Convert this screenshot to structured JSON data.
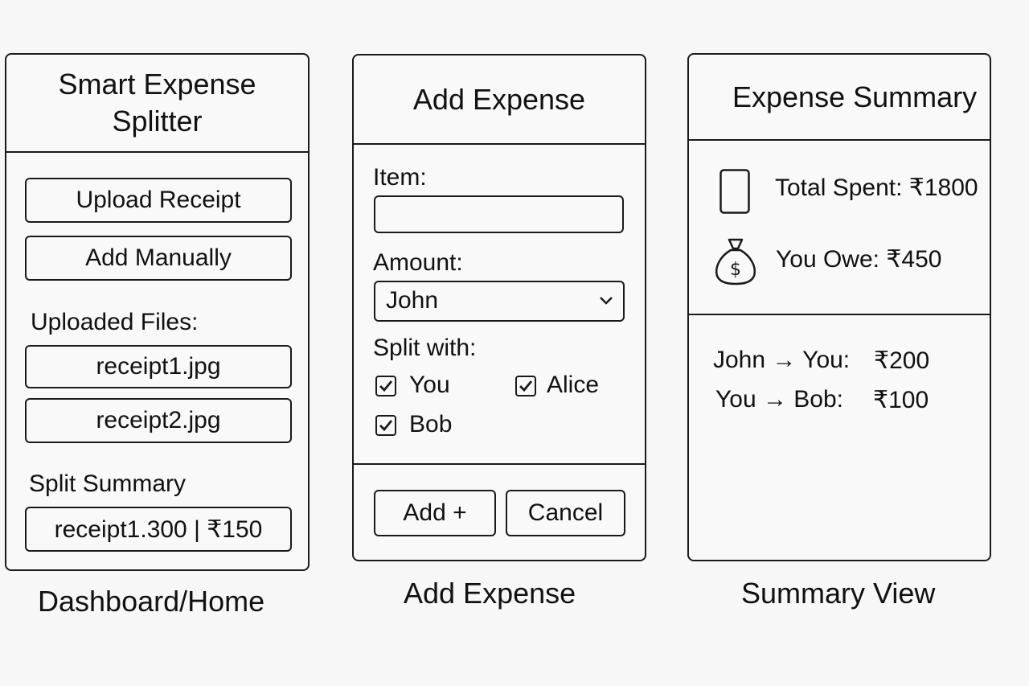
{
  "dashboard": {
    "title_line1": "Smart Expense",
    "title_line2": "Splitter",
    "upload_label": "Upload Receipt",
    "add_manual_label": "Add Manually",
    "uploaded_files_heading": "Uploaded Files:",
    "files": [
      "receipt1.jpg",
      "receipt2.jpg"
    ],
    "split_summary_heading": "Split Summary",
    "split_summary_entry": "receipt1.300 | ₹150",
    "caption": "Dashboard/Home"
  },
  "add_expense": {
    "title": "Add Expense",
    "item_label": "Item:",
    "item_value": "",
    "amount_label": "Amount:",
    "amount_selected": "John",
    "split_with_label": "Split with:",
    "participants": [
      {
        "name": "You",
        "checked": true
      },
      {
        "name": "Alice",
        "checked": true
      },
      {
        "name": "Bob",
        "checked": true
      }
    ],
    "add_label": "Add +",
    "cancel_label": "Cancel",
    "caption": "Add Expense"
  },
  "summary": {
    "title": "Expense Summary",
    "total_spent": "Total Spent: ₹1800",
    "you_owe": "You Owe: ₹450",
    "settlements": [
      {
        "pair": "John → You:",
        "amount": "₹200"
      },
      {
        "pair": "You → Bob:",
        "amount": "₹100"
      }
    ],
    "caption": "Summary View"
  },
  "icons": {
    "phone": "phone-icon",
    "money_bag": "money-bag-icon",
    "chevron": "chevron-down-icon",
    "check": "checkmark-icon"
  }
}
